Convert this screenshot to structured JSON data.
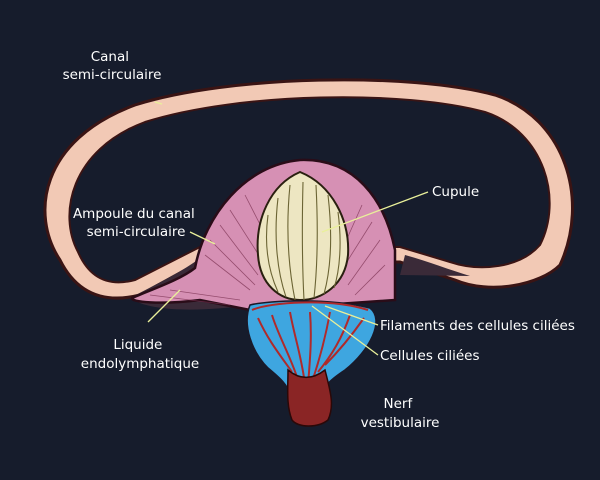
{
  "labels": {
    "canal": [
      "Canal",
      "semi-circulaire"
    ],
    "ampoule": [
      "Ampoule du canal",
      "semi-circulaire"
    ],
    "cupule": "Cupule",
    "liquide": [
      "Liquide",
      "endolymphatique"
    ],
    "filaments": "Filaments des cellules ciliées",
    "cellules": "Cellules ciliées",
    "nerf": [
      "Nerf",
      "vestibulaire"
    ]
  },
  "colors": {
    "background": "#161c2c",
    "canal_wall": "#f2c9b5",
    "endolymph": "#3a2a38",
    "ampulla": "#d690b4",
    "cupula": "#ede6c2",
    "hair_cells": "#3ea6e0",
    "nerve": "#8a2525",
    "leader_line": "#e9f09a"
  }
}
